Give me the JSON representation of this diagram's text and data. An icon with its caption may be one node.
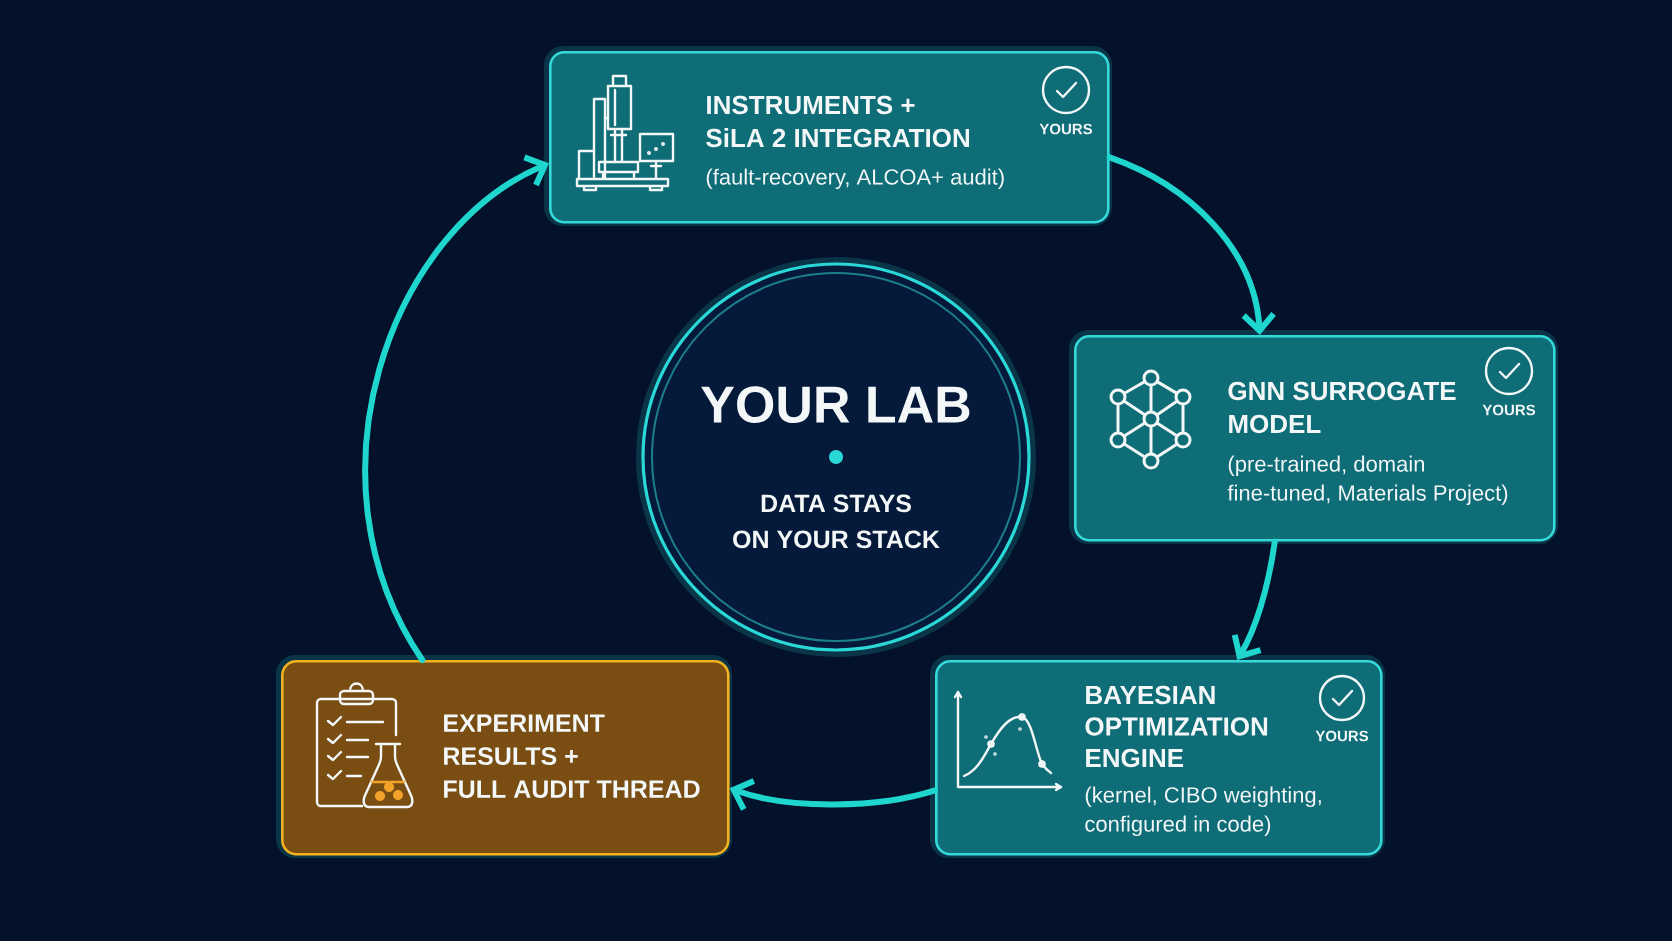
{
  "diagram": {
    "nodes": [
      {
        "text": [
          "INSTRUMENTS + SiLA 2 INTEGRATION",
          "YOURS",
          "(fault-recovery, ALCOA+ audit)"
        ]
      },
      {
        "text": [
          "GNN SURROGATE MODEL",
          "YOURS",
          "(pre-trained, domain fine-tuned, Materials Project)"
        ]
      },
      {
        "text": [
          "BAYESIAN OPTIMIZATION ENGINE",
          "YOURS",
          "(kernel, CIBO weighting, configured in code)"
        ]
      },
      {
        "text": [
          "EXPERIMENT RESULTS + FULL AUDIT THREAD"
        ]
      },
      {
        "text": [
          "YOUR LAB",
          "DATA STAYS ON YOUR STACK"
        ]
      }
    ],
    "edges": [
      {
        "from": 0,
        "to": 1,
        "arrow": "to"
      },
      {
        "from": 1,
        "to": 2,
        "arrow": "to"
      },
      {
        "from": 2,
        "to": 3,
        "arrow": "to"
      },
      {
        "from": 3,
        "to": 0,
        "arrow": "to"
      }
    ]
  }
}
